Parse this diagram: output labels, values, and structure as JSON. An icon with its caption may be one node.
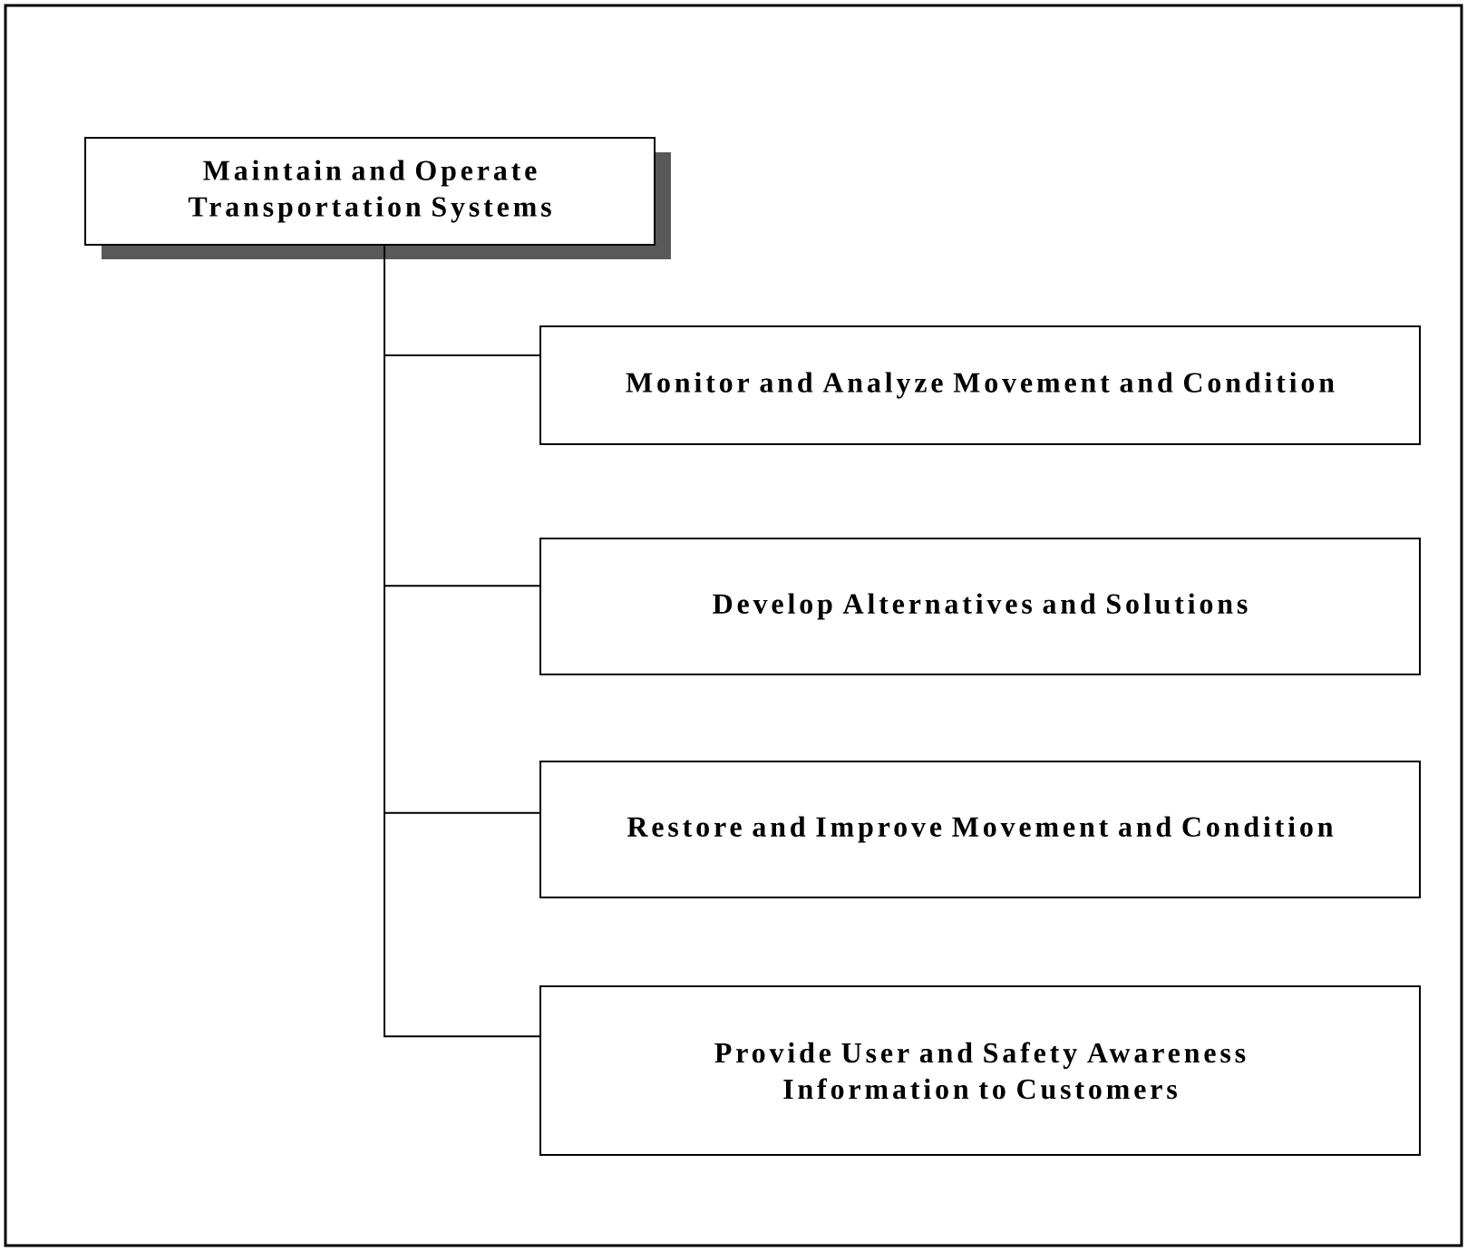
{
  "diagram": {
    "nodes": [
      {
        "text": [
          "Maintain and Operate Transportation Systems"
        ]
      },
      {
        "text": [
          "Monitor and Analyze Movement and Condition"
        ]
      },
      {
        "text": [
          "Develop Alternatives and Solutions"
        ]
      },
      {
        "text": [
          "Restore and Improve Movement and Condition"
        ]
      },
      {
        "text": [
          "Provide User and Safety Awareness Information to Customers"
        ]
      }
    ],
    "edges": [
      {
        "from": 0,
        "to": 1,
        "arrow": "none"
      },
      {
        "from": 0,
        "to": 2,
        "arrow": "none"
      },
      {
        "from": 0,
        "to": 3,
        "arrow": "none"
      },
      {
        "from": 0,
        "to": 4,
        "arrow": "none"
      }
    ]
  }
}
